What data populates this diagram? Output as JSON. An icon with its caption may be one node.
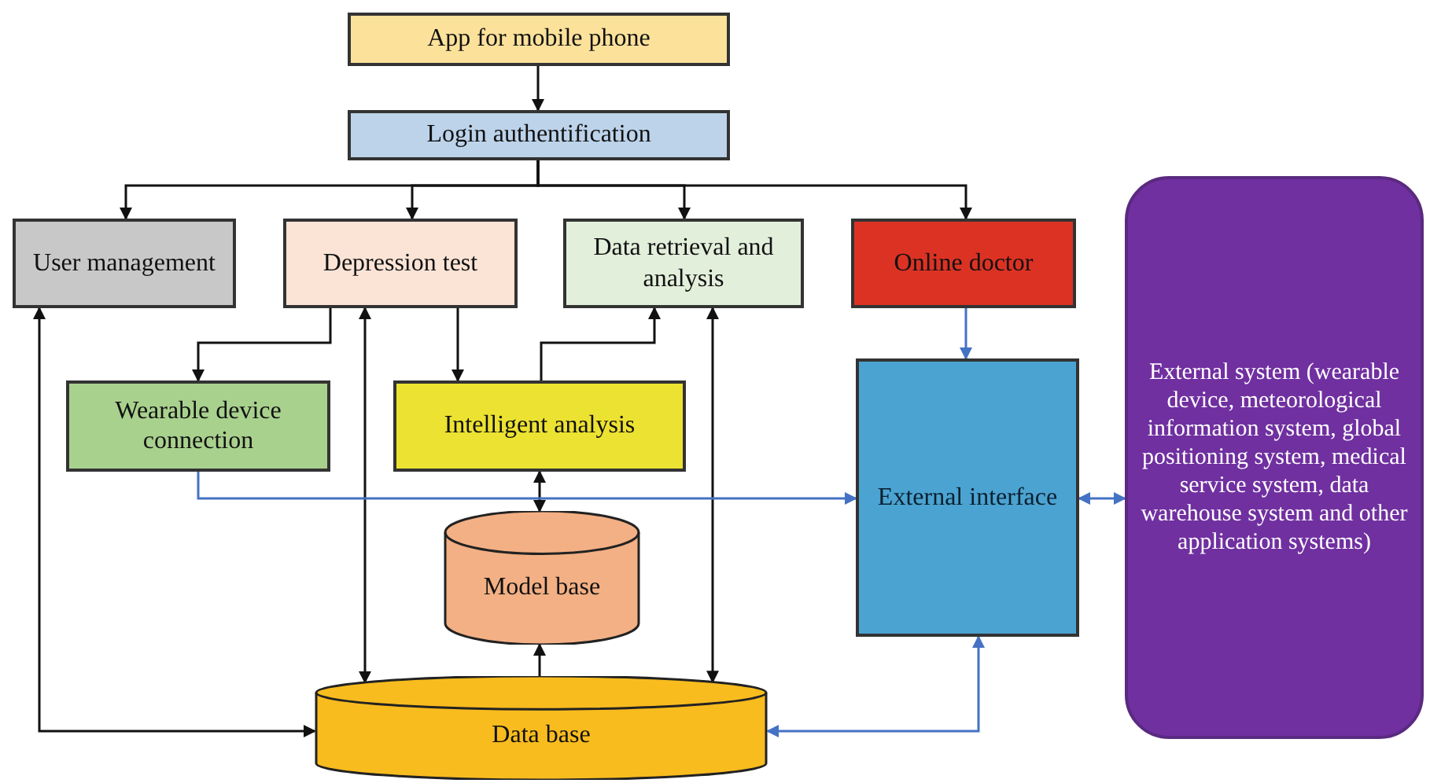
{
  "diagram": {
    "nodes": [
      {
        "text": [
          "App for mobile phone"
        ]
      },
      {
        "text": [
          "Login authentification"
        ]
      },
      {
        "text": [
          "User management"
        ]
      },
      {
        "text": [
          "Depression test"
        ]
      },
      {
        "text": [
          "Data retrieval and analysis"
        ]
      },
      {
        "text": [
          "Online doctor"
        ]
      },
      {
        "text": [
          "External system (wearable device, meteorological information system, global positioning system, medical service system, data warehouse system and other application systems)"
        ]
      },
      {
        "text": [
          "Wearable device connection"
        ]
      },
      {
        "text": [
          "Intelligent analysis"
        ]
      },
      {
        "text": [
          "External interface"
        ]
      },
      {
        "text": [
          "Model base"
        ]
      },
      {
        "text": [
          "Data base"
        ]
      }
    ],
    "edges": [
      {
        "from": 0,
        "to": 1,
        "arrow": "to"
      },
      {
        "from": 1,
        "to": 2,
        "arrow": "to"
      },
      {
        "from": 1,
        "to": 3,
        "arrow": "to"
      },
      {
        "from": 1,
        "to": 4,
        "arrow": "to"
      },
      {
        "from": 1,
        "to": 5,
        "arrow": "to"
      },
      {
        "from": 3,
        "to": 7,
        "arrow": "to"
      },
      {
        "from": 3,
        "to": 8,
        "arrow": "to"
      },
      {
        "from": 8,
        "to": 4,
        "arrow": "to"
      },
      {
        "from": 11,
        "to": 2,
        "arrow": "both"
      },
      {
        "from": 3,
        "to": 11,
        "arrow": "both"
      },
      {
        "from": 4,
        "to": 11,
        "arrow": "both"
      },
      {
        "from": 8,
        "to": 10,
        "arrow": "both"
      },
      {
        "from": 11,
        "to": 10,
        "arrow": "to"
      },
      {
        "from": 7,
        "to": 9,
        "arrow": "to",
        "color": "#4472c4"
      },
      {
        "from": 5,
        "to": 9,
        "arrow": "to",
        "color": "#4472c4"
      },
      {
        "from": 11,
        "to": 9,
        "arrow": "both",
        "color": "#4472c4"
      },
      {
        "from": 9,
        "to": 6,
        "arrow": "both",
        "color": "#4472c4"
      }
    ]
  }
}
